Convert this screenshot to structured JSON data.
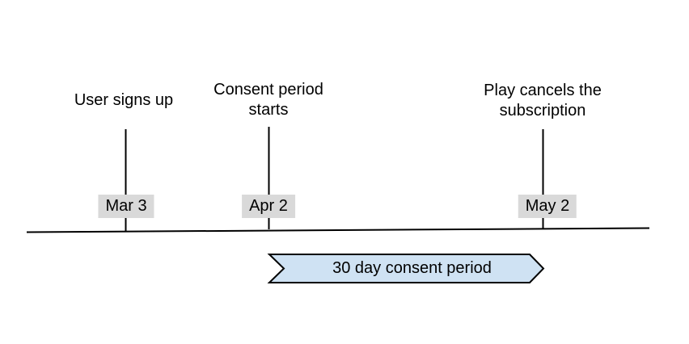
{
  "diagram": {
    "title_hint": "subscription consent period timeline",
    "colors": {
      "background": "#ffffff",
      "line": "#000000",
      "date_badge_background": "#d9d9d9",
      "banner_fill": "#cfe2f3",
      "banner_border": "#000000",
      "text": "#000000"
    },
    "events": [
      {
        "label": "User signs up",
        "date": "Mar 3"
      },
      {
        "label": "Consent period\nstarts",
        "date": "Apr 2"
      },
      {
        "label": "Play cancels the\nsubscription",
        "date": "May 2"
      }
    ],
    "banner": {
      "label": "30 day consent period"
    }
  }
}
